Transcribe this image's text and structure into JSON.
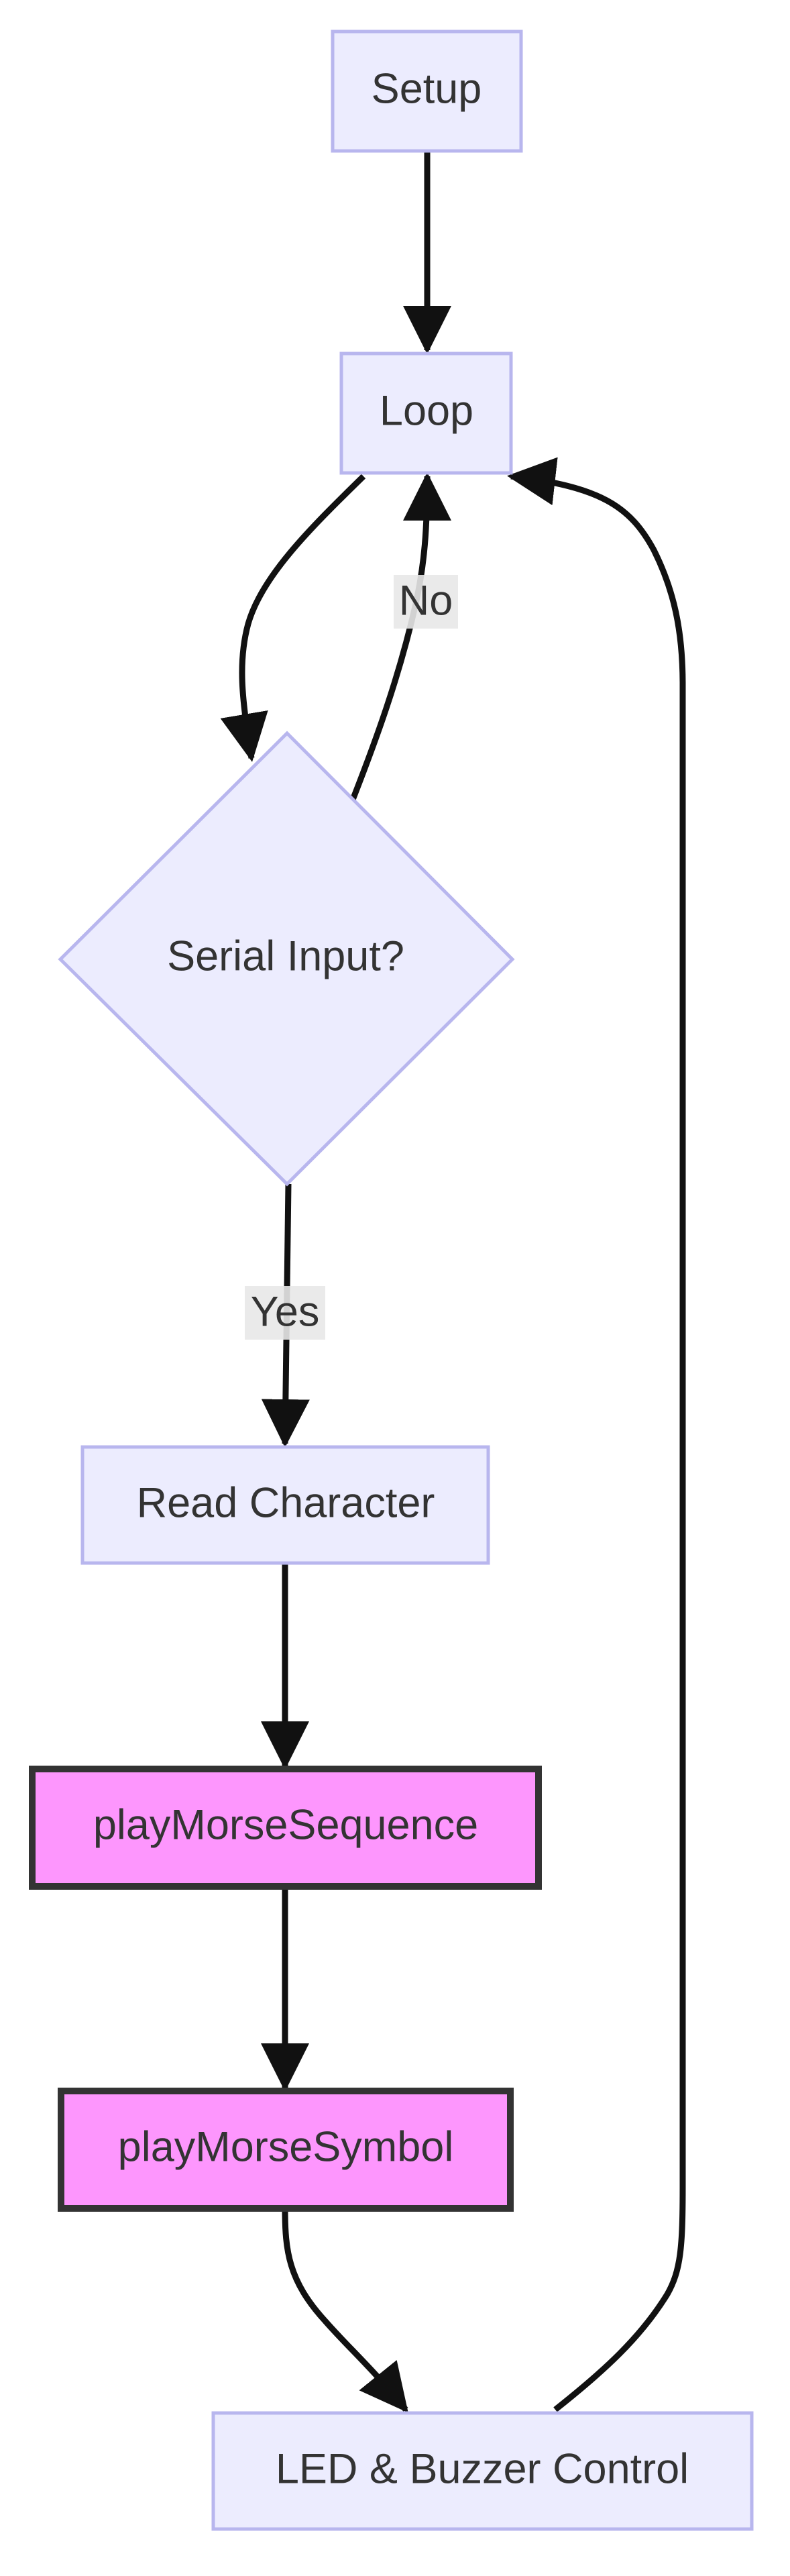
{
  "nodes": {
    "setup": "Setup",
    "loop": "Loop",
    "serial_input": "Serial Input?",
    "read_character": "Read Character",
    "play_morse_sequence": "playMorseSequence",
    "play_morse_symbol": "playMorseSymbol",
    "led_buzzer": "LED & Buzzer Control"
  },
  "edge_labels": {
    "no": "No",
    "yes": "Yes"
  },
  "colors": {
    "default_fill": "#ececfe",
    "default_stroke": "#b8b6ee",
    "highlight_fill": "#fd96fd",
    "highlight_stroke": "#333333",
    "edge": "#111111",
    "text": "#333333"
  }
}
